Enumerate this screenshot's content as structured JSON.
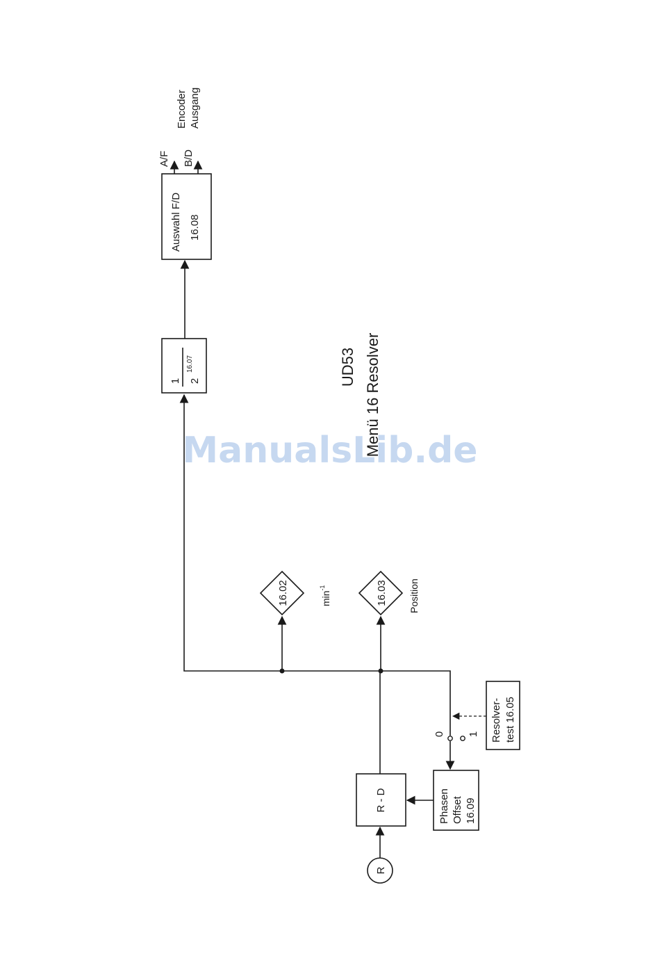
{
  "title": {
    "line1": "UD53",
    "line2": "Menü 16 Resolver"
  },
  "watermark": "ManualsLib.de",
  "input_symbol": "R",
  "blocks": {
    "rd": "R - D",
    "phase_offset": [
      "Phasen",
      "Offset",
      "16.09"
    ],
    "divider": {
      "numerator": "1",
      "base": "2",
      "exponent": "16.07"
    },
    "selector": [
      "Auswahl F/D",
      "16.08"
    ],
    "resolver_test": [
      "Resolver-",
      "test 16.05"
    ]
  },
  "switch": {
    "pos0": "0",
    "pos1": "1"
  },
  "indicators": [
    {
      "param": "16.02",
      "label": "min",
      "sup": "-1"
    },
    {
      "param": "16.03",
      "label": "Position"
    }
  ],
  "outputs": {
    "af": "A/F",
    "bd": "B/D",
    "label": [
      "Encoder",
      "Ausgang"
    ]
  },
  "colors": {
    "line": "#1a1a1a",
    "watermark": "#c6d8f0",
    "background": "#ffffff"
  }
}
